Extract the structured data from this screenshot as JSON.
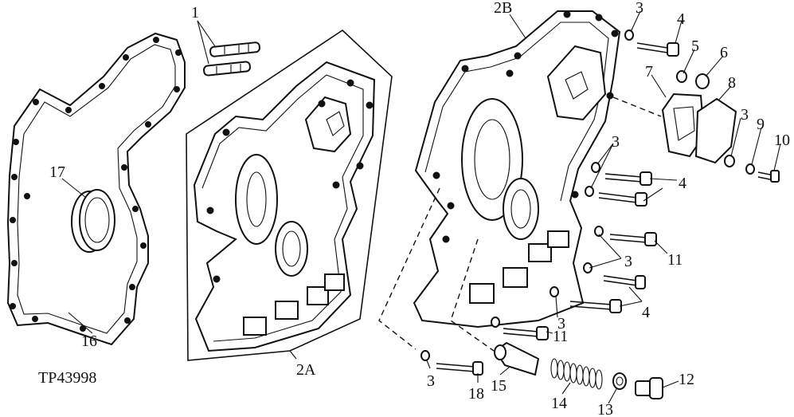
{
  "figure_id": "TP43998",
  "callouts": {
    "c1": "1",
    "c2A": "2A",
    "c2B": "2B",
    "c3a": "3",
    "c3b": "3",
    "c3c": "3",
    "c3d": "3",
    "c3e": "3",
    "c3f": "3",
    "c4a": "4",
    "c4b": "4",
    "c4c": "4",
    "c5": "5",
    "c6": "6",
    "c7": "7",
    "c8": "8",
    "c9": "9",
    "c10": "10",
    "c11a": "11",
    "c11b": "11",
    "c12": "12",
    "c13": "13",
    "c14": "14",
    "c15": "15",
    "c16": "16",
    "c17": "17",
    "c18": "18"
  }
}
